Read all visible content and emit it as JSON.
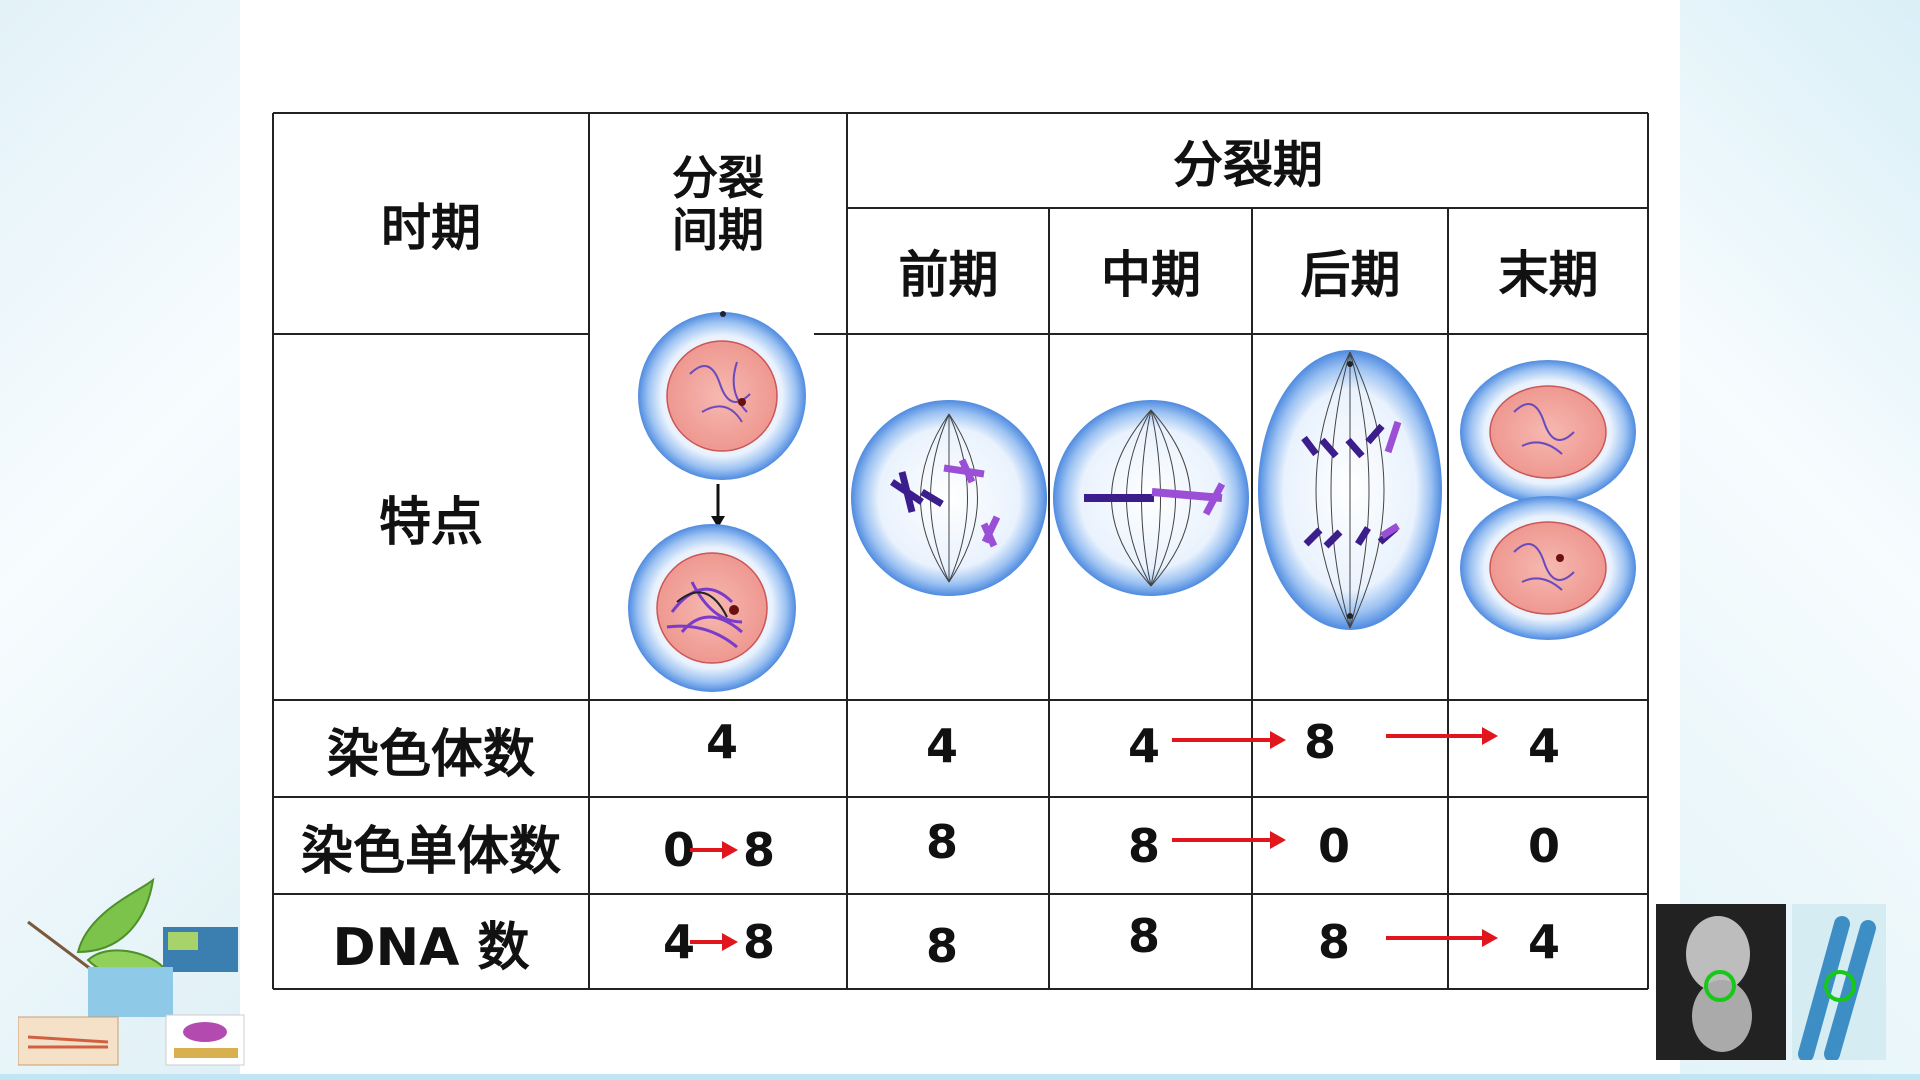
{
  "table": {
    "header": {
      "period_label": "时期",
      "interphase_line1": "分裂",
      "interphase_line2": "间期",
      "division_label": "分裂期",
      "prophase": "前期",
      "metaphase": "中期",
      "anaphase": "后期",
      "telophase": "末期"
    },
    "rows": {
      "features_label": "特点",
      "chromosome_label": "染色体数",
      "chromatid_label": "染色单体数",
      "dna_label": "DNA 数"
    },
    "chromosome": {
      "interphase": "4",
      "prophase": "4",
      "metaphase": "4",
      "anaphase": "8",
      "telophase": "4"
    },
    "chromatid": {
      "interphase_from": "0",
      "interphase_to": "8",
      "prophase": "8",
      "metaphase": "8",
      "anaphase": "0",
      "telophase": "0"
    },
    "dna": {
      "interphase_from": "4",
      "interphase_to": "8",
      "prophase": "8",
      "metaphase": "8",
      "anaphase": "8",
      "telophase": "4"
    }
  },
  "colors": {
    "arrow": "#e0161c",
    "cell_blue": "#5a97e6",
    "nucleus_pink": "#f0a5a0",
    "chromosome_purple": "#8a3fc9",
    "chromosome_dark": "#3b1e8c"
  },
  "icons": [
    "leaf-icon",
    "organelle-thumbnails-icon",
    "chromosome-photo-icon"
  ]
}
